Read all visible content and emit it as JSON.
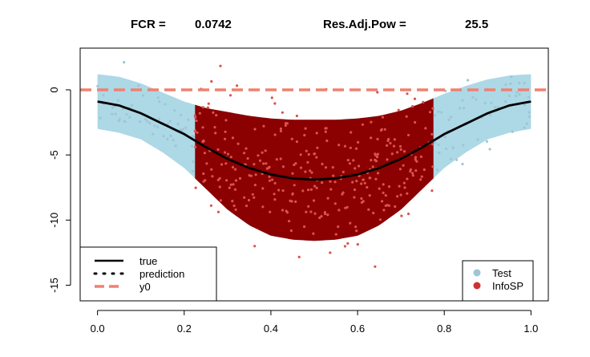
{
  "chart_data": {
    "type": "scatter",
    "title_parts": [
      {
        "label": "FCR =",
        "value": "0.0742"
      },
      {
        "label": "Res.Adj.Pow =",
        "value": "25.5"
      }
    ],
    "xlabel": "",
    "ylabel": "",
    "xlim": [
      -0.04,
      1.04
    ],
    "ylim": [
      -16.2,
      3.2
    ],
    "x_ticks": [
      0.0,
      0.2,
      0.4,
      0.6,
      0.8,
      1.0
    ],
    "x_tick_labels": [
      "0.0",
      "0.2",
      "0.4",
      "0.6",
      "0.8",
      "1.0"
    ],
    "y_ticks": [
      0,
      -5,
      -10,
      -15
    ],
    "y_tick_labels": [
      "0",
      "-5",
      "-10",
      "-15"
    ],
    "grid": false,
    "informative_region": [
      0.225,
      0.775
    ],
    "y0": 0,
    "curves": {
      "x": [
        0.0,
        0.05,
        0.1,
        0.15,
        0.2,
        0.25,
        0.3,
        0.35,
        0.4,
        0.45,
        0.5,
        0.55,
        0.6,
        0.65,
        0.7,
        0.75,
        0.8,
        0.85,
        0.9,
        0.95,
        1.0
      ],
      "true": [
        -0.9,
        -1.2,
        -1.8,
        -2.6,
        -3.4,
        -4.4,
        -5.3,
        -6.0,
        -6.5,
        -6.8,
        -6.9,
        -6.8,
        -6.5,
        -6.0,
        -5.3,
        -4.4,
        -3.4,
        -2.6,
        -1.8,
        -1.2,
        -0.9
      ],
      "band_upper": [
        1.2,
        1.0,
        0.5,
        -0.2,
        -0.9,
        -1.4,
        -1.7,
        -2.0,
        -2.2,
        -2.3,
        -2.3,
        -2.3,
        -2.2,
        -2.0,
        -1.6,
        -1.0,
        -0.3,
        0.3,
        0.8,
        1.1,
        1.2
      ],
      "band_lower": [
        -3.0,
        -3.3,
        -3.8,
        -4.8,
        -6.0,
        -7.6,
        -9.2,
        -10.4,
        -11.2,
        -11.5,
        -11.6,
        -11.5,
        -11.2,
        -10.4,
        -9.2,
        -7.6,
        -6.0,
        -4.8,
        -3.8,
        -3.3,
        -3.0
      ]
    },
    "legend_lines": {
      "position": "bottom-left",
      "entries": [
        {
          "label": "true",
          "style": "solid",
          "color": "#000000"
        },
        {
          "label": "prediction",
          "style": "dotted",
          "color": "#000000"
        },
        {
          "label": "y0",
          "style": "dashed",
          "color": "#f08070"
        }
      ]
    },
    "legend_points": {
      "position": "bottom-right",
      "entries": [
        {
          "label": "Test",
          "color": "#9fc5d6"
        },
        {
          "label": "InfoSP",
          "color": "#cc3333"
        }
      ]
    },
    "colors": {
      "test_band": "#add8e6",
      "info_band": "#8b0000",
      "test_points": "#9fc5d6",
      "info_points": "#d9534f",
      "y0_line": "#f08070",
      "true_line": "#000000"
    },
    "scatter_generation": {
      "n_test": 110,
      "n_info": 320,
      "seed": 7
    }
  }
}
